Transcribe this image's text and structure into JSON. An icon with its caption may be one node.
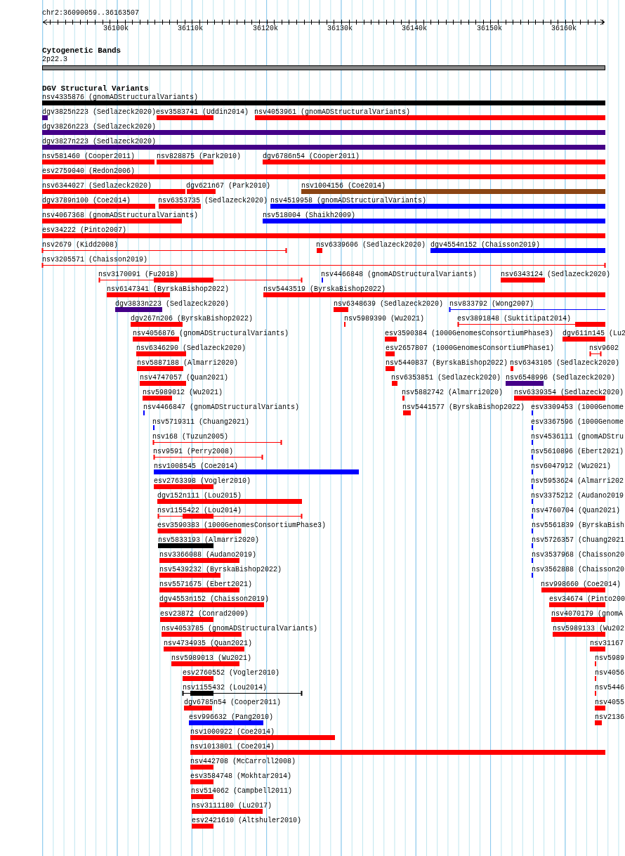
{
  "diagram": {
    "labels": [
      "chr2:36090059..36163507",
      "36100k",
      "36110k",
      "36120k",
      "36130k",
      "36140k",
      "36150k",
      "36160k",
      "Cytogenetic Bands",
      "2p22.3",
      "DGV Structural Variants",
      "nsv4335876 (gnomADStructuralVariants)",
      "dgv3825n223 (Sedlazeck2020)",
      "esv3583741 (Uddin2014)",
      "nsv4053961 (gnomADStructuralVariants)",
      "dgv3826n223 (Sedlazeck2020)",
      "dgv3827n223 (Sedlazeck2020)",
      "nsv581460 (Cooper2011)",
      "nsv828875 (Park2010)",
      "dgv6786n54 (Cooper2011)",
      "esv2759040 (Redon2006)",
      "nsv6344027 (Sedlazeck2020)",
      "dgv621n67 (Park2010)",
      "nsv1004156 (Coe2014)",
      "dgv3789n100 (Coe2014)",
      "nsv6353735 (Sedlazeck2020)",
      "nsv4519958 (gnomADStructuralVariants)",
      "nsv4067368 (gnomADStructuralVariants)",
      "nsv518004 (Shaikh2009)",
      "esv34222 (Pinto2007)",
      "nsv2679 (Kidd2008)",
      "nsv6339606 (Sedlazeck2020)",
      "dgv4554n152 (Chaisson2019)",
      "nsv3205571 (Chaisson2019)",
      "nsv3170091 (Fu2018)",
      "nsv4466848 (gnomADStructuralVariants)",
      "nsv6343124 (Sedlazeck2020)",
      "nsv6147341 (ByrskaBishop2022)",
      "nsv5443519 (ByrskaBishop2022)",
      "dgv3833n223 (Sedlazeck2020)",
      "nsv6348639 (Sedlazeck2020)",
      "nsv833792 (Wong2007)",
      "dgv267n206 (ByrskaBishop2022)",
      "nsv5989390 (Wu2021)",
      "esv3891848 (Suktitipat2014)",
      "nsv4056876 (gnomADStructuralVariants)",
      "esv3590384 (1000GenomesConsortiumPhase3)",
      "dgv611n145 (Lu2",
      "nsv6346290 (Sedlazeck2020)",
      "esv2657807 (1000GenomesConsortiumPhase1)",
      "nsv9602",
      "nsv5887188 (Almarri2020)",
      "nsv5440837 (ByrskaBishop2022)",
      "nsv6343105 (Sedlazeck2020)",
      "nsv4747057 (Quan2021)",
      "nsv6353851 (Sedlazeck2020)",
      "nsv6548996 (Sedlazeck2020)",
      "nsv5989012 (Wu2021)",
      "nsv5882742 (Almarri2020)",
      "nsv6339354 (Sedlazeck2020)",
      "nsv4466847 (gnomADStructuralVariants)",
      "nsv5441577 (ByrskaBishop2022)",
      "esv3309453 (1000Genome",
      "nsv5719311 (Chuang2021)",
      "esv3367596 (1000Genome",
      "nsv168 (Tuzun2005)",
      "nsv4536111 (gnomADStru",
      "nsv9591 (Perry2008)",
      "nsv5610896 (Ebert2021)",
      "nsv1008545 (Coe2014)",
      "nsv6047912 (Wu2021)",
      "esv2763398 (Vogler2010)",
      "nsv5953624 (Almarri202",
      "dgv152n111 (Lou2015)",
      "nsv3375212 (Audano2019",
      "nsv1155422 (Lou2014)",
      "nsv4760704 (Quan2021)",
      "esv3590383 (1000GenomesConsortiumPhase3)",
      "nsv5561839 (ByrskaBish",
      "nsv5833193 (Almarri2020)",
      "nsv5726357 (Chuang2021",
      "nsv3366088 (Audano2019)",
      "nsv3537968 (Chaisson20",
      "nsv5439232 (ByrskaBishop2022)",
      "nsv3562888 (Chaisson20",
      "nsv5571675 (Ebert2021)",
      "nsv998660 (Coe2014)",
      "dgv4553n152 (Chaisson2019)",
      "esv34674 (Pinto200",
      "esv23872 (Conrad2009)",
      "nsv4070179 (gnomA",
      "nsv4053785 (gnomADStructuralVariants)",
      "nsv5989133 (Wu202",
      "nsv4734935 (Quan2021)",
      "nsv31167",
      "nsv5989013 (Wu2021)",
      "nsv5989",
      "esv2760552 (Vogler2010)",
      "nsv4056",
      "nsv1155432 (Lou2014)",
      "nsv5446",
      "dgv6785n54 (Cooper2011)",
      "nsv4055",
      "esv996632 (Pang2010)",
      "nsv2136",
      "nsv1000922 (Coe2014)",
      "nsv1013801 (Coe2014)",
      "nsv442708 (McCarroll2008)",
      "esv3584748 (Mokhtar2014)",
      "nsv514062 (Campbell2011)",
      "nsv3111180 (Lu2017)",
      "esv2421610 (Altshuler2010)"
    ]
  }
}
